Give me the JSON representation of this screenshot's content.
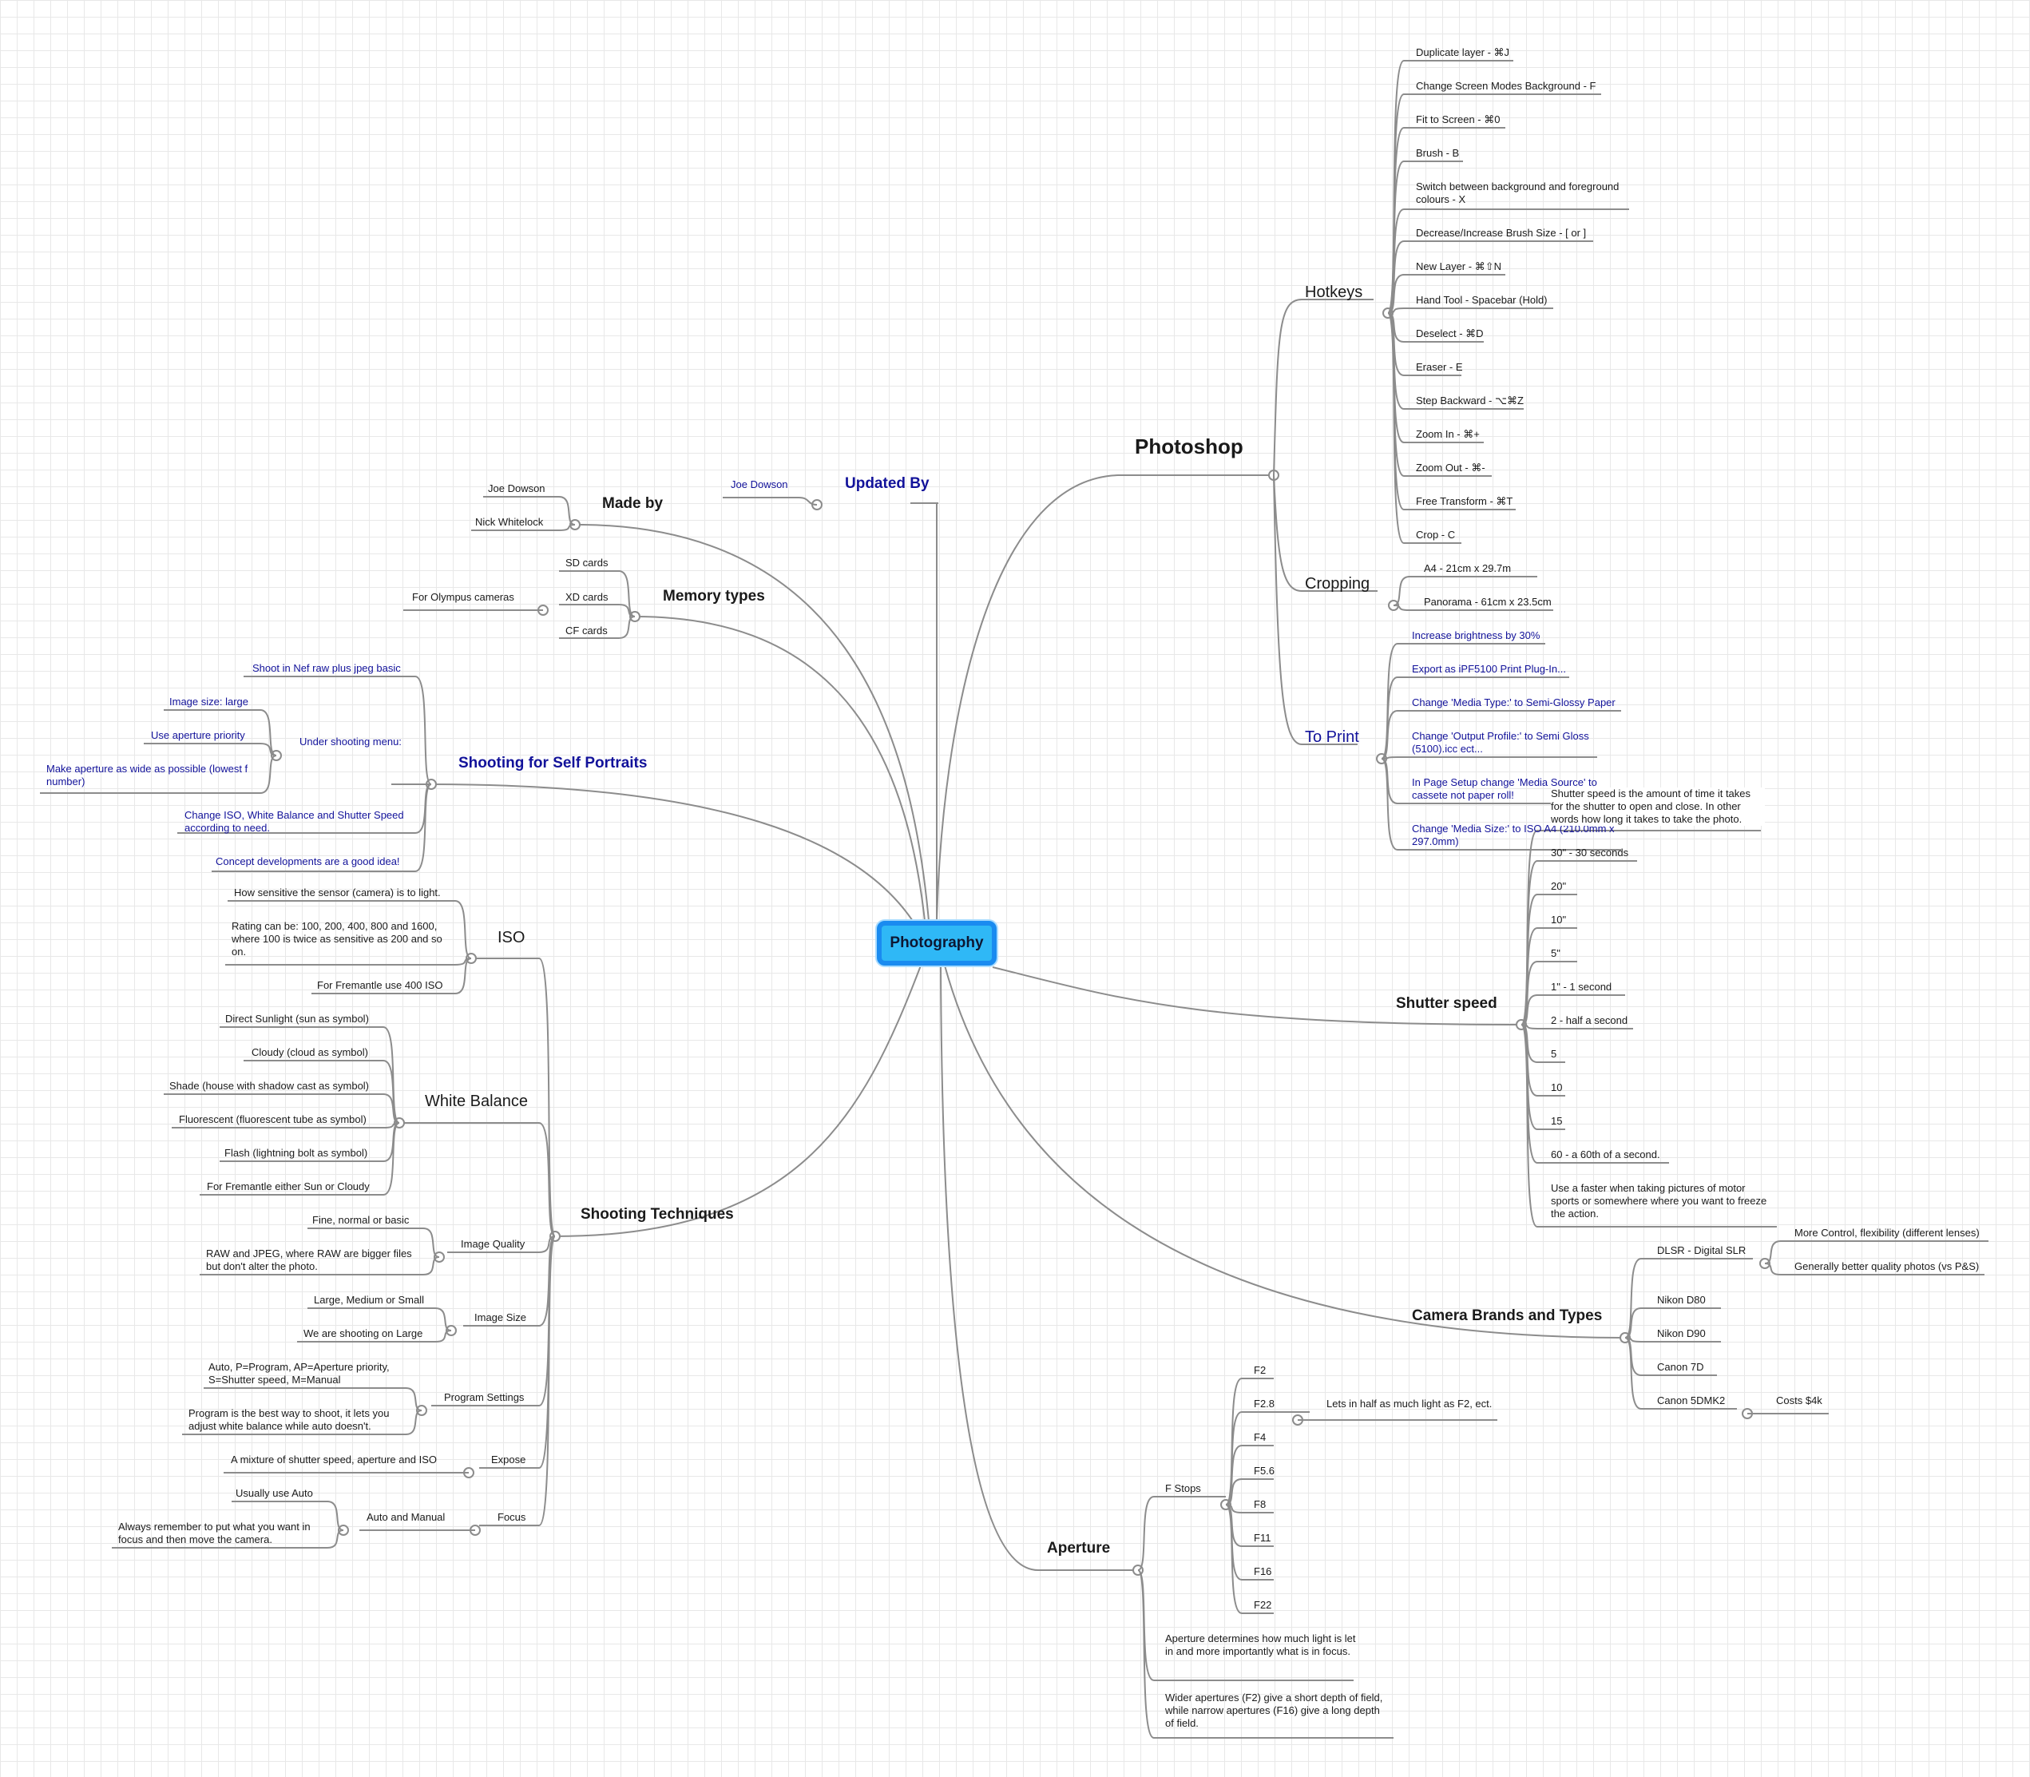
{
  "root": "Photography",
  "updated_by": {
    "title": "Updated By",
    "name": "Joe Dowson"
  },
  "made_by": {
    "title": "Made by",
    "names": [
      "Joe Dowson",
      "Nick Whitelock"
    ]
  },
  "memory_types": {
    "title": "Memory types",
    "items": [
      "SD cards",
      "XD cards",
      "CF cards"
    ],
    "note": "For Olympus cameras"
  },
  "self_portraits": {
    "title": "Shooting for Self Portraits",
    "items": [
      "Shoot in Nef raw plus jpeg basic",
      "Change ISO, White Balance and Shutter Speed according to need.",
      "Concept developments are a good idea!"
    ],
    "menu": {
      "title": "Under shooting menu:",
      "items": [
        "Image size: large",
        "Use aperture priority",
        "Make aperture as wide as possible (lowest f number)"
      ]
    }
  },
  "shooting_techniques": {
    "title": "Shooting Techniques",
    "iso": {
      "title": "ISO",
      "items": [
        "How sensitive the sensor (camera) is to light.",
        "Rating can be: 100, 200, 400, 800 and 1600, where 100 is twice as sensitive as 200 and so on.",
        "For Fremantle use 400 ISO"
      ]
    },
    "white_balance": {
      "title": "White Balance",
      "items": [
        "Direct Sunlight (sun as symbol)",
        "Cloudy (cloud as symbol)",
        "Shade (house with shadow cast as symbol)",
        "Fluorescent (fluorescent tube as symbol)",
        "Flash (lightning bolt as symbol)",
        "For Fremantle either Sun or Cloudy"
      ]
    },
    "image_quality": {
      "title": "Image Quality",
      "items": [
        "Fine, normal or basic",
        "RAW and JPEG, where RAW are bigger files but don't alter the photo."
      ]
    },
    "image_size": {
      "title": "Image Size",
      "items": [
        "Large, Medium or Small",
        "We are shooting on Large"
      ]
    },
    "program_settings": {
      "title": "Program Settings",
      "items": [
        "Auto, P=Program, AP=Aperture priority, S=Shutter speed, M=Manual",
        "Program is the best way to shoot, it lets you adjust white balance while auto doesn't."
      ]
    },
    "expose": {
      "title": "Expose",
      "item": "A mixture of shutter speed, aperture and ISO"
    },
    "focus": {
      "title": "Focus",
      "sub": "Auto and Manual",
      "items": [
        "Usually use Auto",
        "Always remember to put what you want in focus and then move the camera."
      ]
    }
  },
  "photoshop": {
    "title": "Photoshop",
    "hotkeys": {
      "title": "Hotkeys",
      "items": [
        "Duplicate layer - ⌘J",
        "Change Screen Modes Background - F",
        "Fit to Screen - ⌘0",
        "Brush - B",
        "Switch between background and foreground colours - X",
        "Decrease/Increase Brush Size - [ or ]",
        "New Layer - ⌘⇧N",
        "Hand Tool - Spacebar (Hold)",
        "Deselect - ⌘D",
        "Eraser - E",
        "Step Backward - ⌥⌘Z",
        "Zoom In - ⌘+",
        "Zoom Out - ⌘-",
        "Free Transform - ⌘T",
        "Crop - C"
      ]
    },
    "cropping": {
      "title": "Cropping",
      "items": [
        "A4 - 21cm x 29.7m",
        "Panorama - 61cm x 23.5cm"
      ]
    },
    "to_print": {
      "title": "To Print",
      "items": [
        "Increase brightness by 30%",
        "Export as iPF5100 Print Plug-In...",
        "Change 'Media Type:' to Semi-Glossy Paper",
        "Change 'Output Profile:' to Semi Gloss (5100).icc ect...",
        "In Page Setup change 'Media Source' to cassete not paper roll!",
        "Change 'Media Size:' to ISO A4 (210.0mm x 297.0mm)"
      ]
    }
  },
  "shutter_speed": {
    "title": "Shutter speed",
    "items": [
      "Shutter speed is the amount of time it takes for the shutter to open and close. In other words how long it takes to take the photo.",
      "30\" - 30 seconds",
      "20\"",
      "10\"",
      "5\"",
      "1\" - 1 second",
      "2 - half a second",
      "5",
      "10",
      "15",
      "60 - a 60th of a second.",
      "Use a faster when taking pictures of motor sports or somewhere where you want to freeze the action."
    ]
  },
  "camera_brands": {
    "title": "Camera Brands and Types",
    "dslr": {
      "title": "DLSR - Digital SLR",
      "items": [
        "More Control, flexibility (different lenses)",
        "Generally better quality photos (vs P&S)"
      ]
    },
    "models": [
      "Nikon D80",
      "Nikon D90",
      "Canon 7D",
      "Canon 5DMK2"
    ],
    "cost": "Costs $4k"
  },
  "aperture": {
    "title": "Aperture",
    "fstops": {
      "title": "F Stops",
      "items": [
        "F2",
        "F2.8",
        "F4",
        "F5.6",
        "F8",
        "F11",
        "F16",
        "F22"
      ],
      "f28_note": "Lets in half as much light as F2, ect."
    },
    "items": [
      "Aperture determines how much light is let in and more importantly what is in focus.",
      "Wider apertures (F2) give a short depth of field, while narrow apertures (F16) give a long depth of field."
    ]
  },
  "colors": {
    "line": "#8c8c8c",
    "node_fill": "#ffffff",
    "blue_text": "#12129a",
    "root_fill": "#2fb8f6",
    "root_border": "#1a8bf0"
  }
}
